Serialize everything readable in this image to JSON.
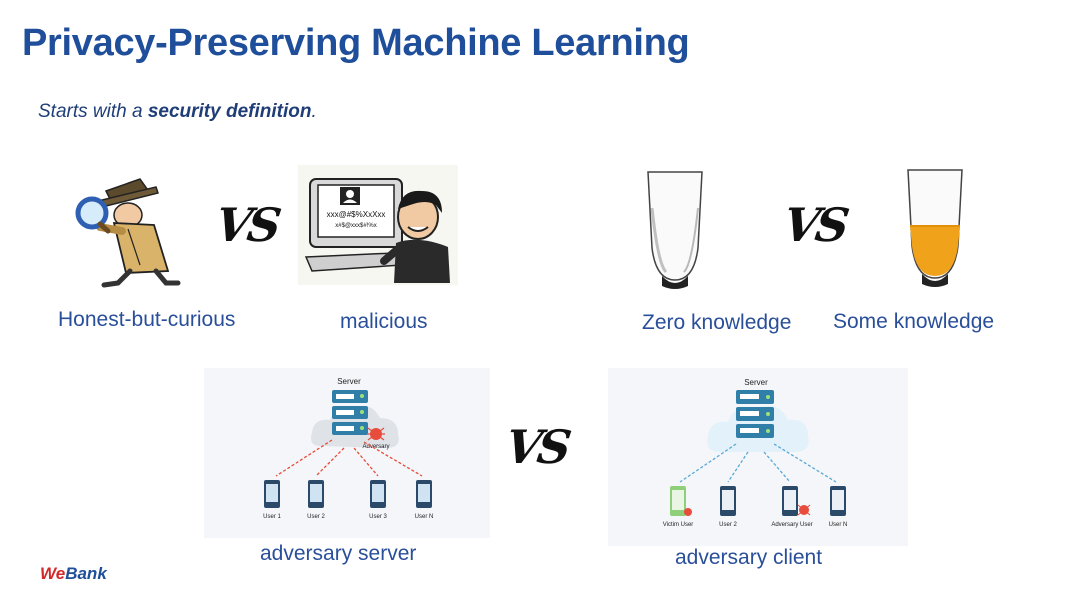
{
  "slide": {
    "title": "Privacy-Preserving Machine Learning",
    "subtitle_prefix": "Starts with a ",
    "subtitle_bold": "security definition",
    "subtitle_suffix": "."
  },
  "row1": {
    "left_caption": "Honest-but-curious",
    "right_caption": "malicious",
    "vs": "VS",
    "screen_text_line1": "xxx@#$%XxXxx",
    "screen_text_line2": "x#$@xxx$#!%x"
  },
  "row2": {
    "left_caption": "Zero knowledge",
    "right_caption": "Some knowledge",
    "vs": "VS"
  },
  "bottom": {
    "vs": "VS",
    "server_diagram": {
      "caption": "adversary server",
      "server_label": "Server",
      "adversary_label": "Adversary",
      "users": [
        "User 1",
        "User 2",
        "User 3",
        "User N"
      ]
    },
    "client_diagram": {
      "caption": "adversary client",
      "server_label": "Server",
      "users": [
        "Victim User",
        "User 2",
        "Adversary User",
        "User N"
      ]
    }
  },
  "logo": {
    "we": "We",
    "bank": "Bank"
  },
  "colors": {
    "title": "#1f4e9a",
    "caption": "#2a4f9a",
    "attack": "#e74c3c",
    "link": "#5aa9d6",
    "server": "#2f7fa8"
  }
}
